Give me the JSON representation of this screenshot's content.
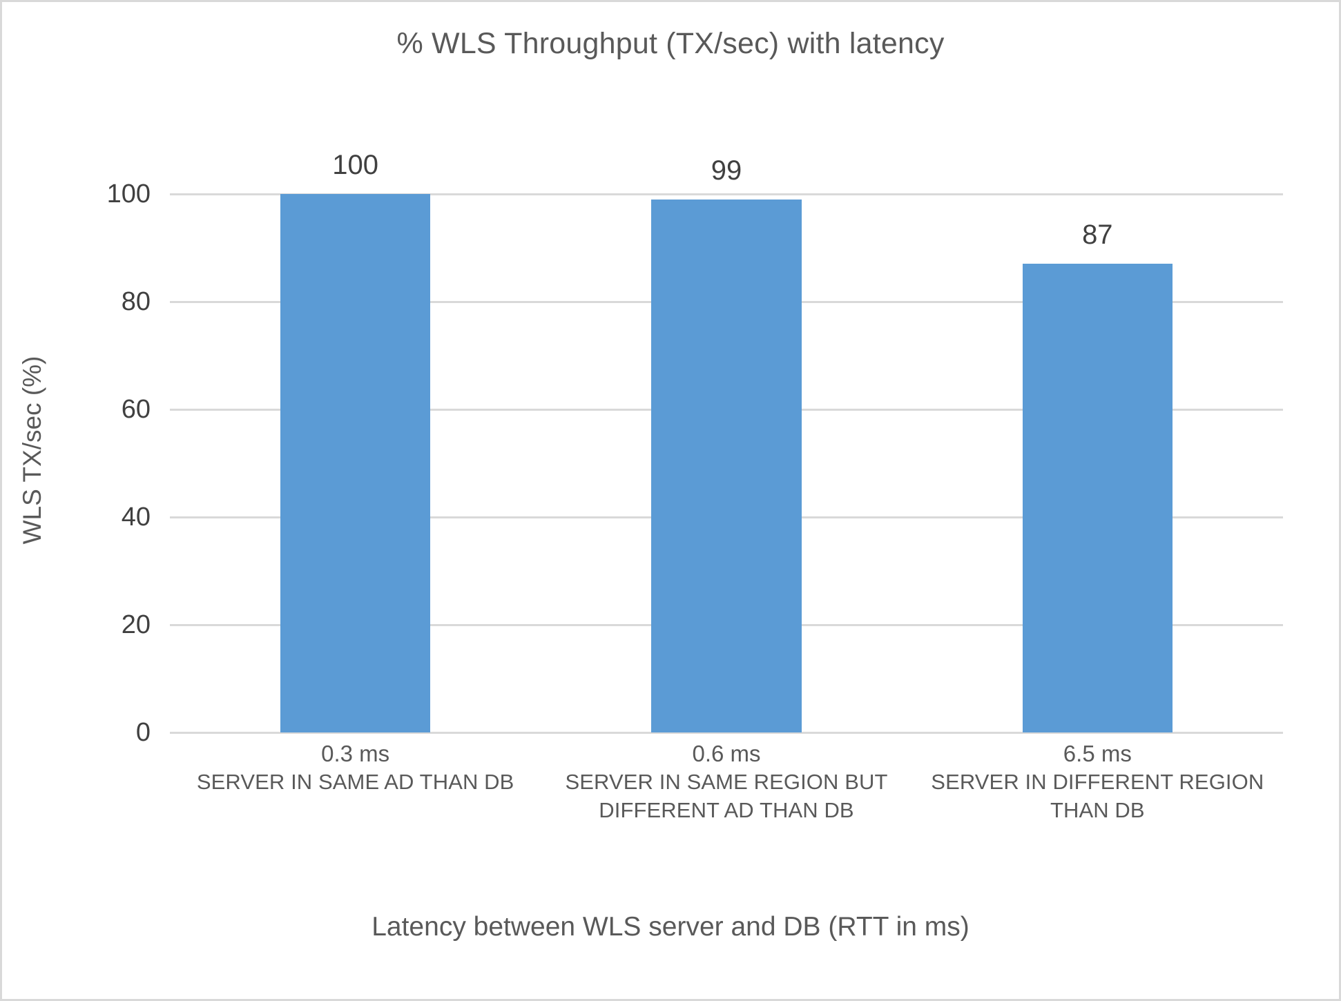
{
  "chart_data": {
    "type": "bar",
    "title": "% WLS Throughput (TX/sec) with latency",
    "xlabel": "Latency between WLS server and DB (RTT in ms)",
    "ylabel": "WLS TX/sec (%)",
    "categories": [
      "0.3 ms",
      "0.6 ms",
      "6.5 ms"
    ],
    "category_descriptions": [
      "SERVER IN SAME AD THAN DB",
      "SERVER IN SAME REGION BUT DIFFERENT AD THAN DB",
      "SERVER IN DIFFERENT REGION THAN DB"
    ],
    "values": [
      100,
      99,
      87
    ],
    "data_labels": [
      "100",
      "99",
      "87"
    ],
    "ylim": [
      0,
      100
    ],
    "yticks": [
      0,
      20,
      40,
      60,
      80,
      100
    ],
    "ytick_labels": [
      "0",
      "20",
      "40",
      "60",
      "80",
      "100"
    ],
    "grid": true,
    "legend": false,
    "series_color": "#5B9BD5",
    "gridline_color": "#D9D9D9",
    "text_color": "#595959",
    "border_color": "#D9D9D9"
  }
}
